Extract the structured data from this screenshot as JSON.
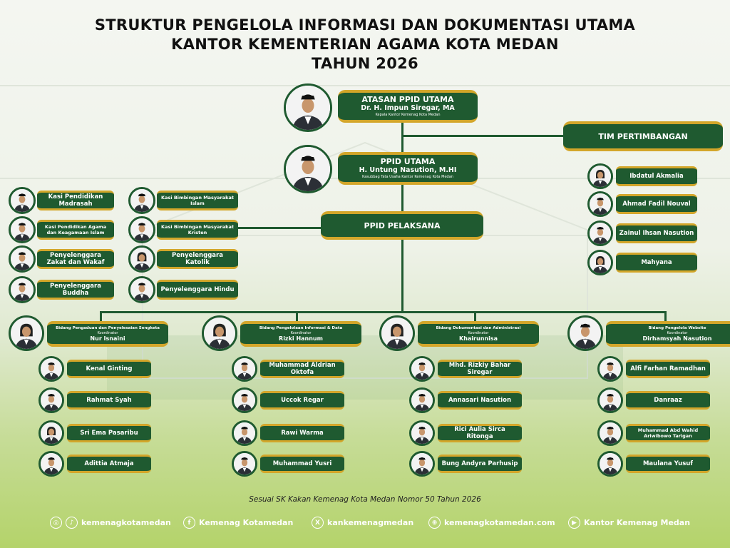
{
  "title": {
    "line1": "STRUKTUR PENGELOLA INFORMASI DAN DOKUMENTASI UTAMA",
    "line2": "KANTOR KEMENTERIAN AGAMA KOTA MEDAN",
    "line3": "TAHUN 2026"
  },
  "atasan": {
    "role": "ATASAN PPID UTAMA",
    "name": "Dr. H. Impun Siregar, MA",
    "position": "Kepala Kantor Kemenag Kota Medan"
  },
  "ppid_utama": {
    "role": "PPID UTAMA",
    "name": "H. Untung Nasution, M.HI",
    "position": "Kasubbag Tata Usaha Kantor Kemenag Kota Medan"
  },
  "ppid_pelaksana": {
    "label": "PPID PELAKSANA"
  },
  "tim": {
    "label": "TIM PERTIMBANGAN",
    "members": [
      "Ibdatul Akmalia",
      "Ahmad Fadil Nouval",
      "Zainul Ihsan Nasution",
      "Mahyana"
    ]
  },
  "pelaksana_left": [
    "Kasi Pendidikan Madrasah",
    "Kasi Pendidikan Agama dan Keagamaan Islam",
    "Penyelenggara Zakat dan Wakaf",
    "Penyelenggara Buddha"
  ],
  "pelaksana_right": [
    "Kasi Bimbingan Masyarakat Islam",
    "Kasi Bimbingan Masyarakat Kristen",
    "Penyelenggara Katolik",
    "Penyelenggara Hindu"
  ],
  "bidang": [
    {
      "title": "Bidang Pengaduan dan Penyelesaian Sengketa",
      "role": "Koordinator",
      "coordinator": "Nur Isnaini",
      "members": [
        "Kenal Ginting",
        "Rahmat Syah",
        "Sri Ema Pasaribu",
        "Adittia Atmaja"
      ]
    },
    {
      "title": "Bidang Pengelolaan Informasi & Data",
      "role": "Koordinator",
      "coordinator": "Rizki Hannum",
      "members": [
        "Muhammad Aldrian Oktofa",
        "Uccok Regar",
        "Rawi Warma",
        "Muhammad Yusri"
      ]
    },
    {
      "title": "Bidang Dokumentasi dan Administrasi",
      "role": "Koordinator",
      "coordinator": "Khairunnisa",
      "members": [
        "Mhd. Rizkiy Bahar Siregar",
        "Annasari Nasution",
        "Rici Aulia Sirca Ritonga",
        "Bung Andyra Parhusip"
      ]
    },
    {
      "title": "Bidang Pengelola Website",
      "role": "Koordinator",
      "coordinator": "Dirhamsyah Nasution",
      "members": [
        "Alfi Farhan Ramadhan",
        "Danraaz",
        "Muhammad Abd Wahid Ariwibowo Tarigan",
        "Maulana Yusuf"
      ]
    }
  ],
  "footer": {
    "note": "Sesuai SK Kakan Kemenag Kota Medan Nomor 50 Tahun 2026",
    "socials": [
      {
        "icon": "instagram-tiktok-icon",
        "label": "kemenagkotamedan"
      },
      {
        "icon": "facebook-icon",
        "label": "Kemenag Kotamedan"
      },
      {
        "icon": "x-icon",
        "label": "kankemenagmedan"
      },
      {
        "icon": "globe-icon",
        "label": "kemenagkotamedan.com"
      },
      {
        "icon": "youtube-icon",
        "label": "Kantor Kemenag Medan"
      }
    ]
  },
  "colors": {
    "green": "#1f5a30",
    "gold": "#d3a62a"
  }
}
